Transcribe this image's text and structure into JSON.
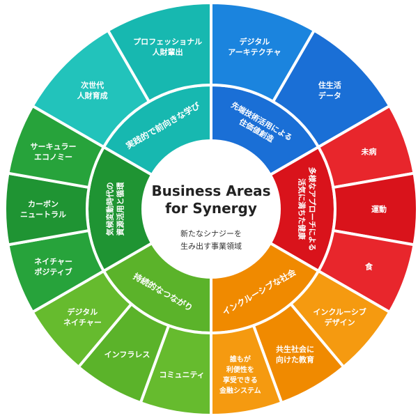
{
  "center": {
    "title_lines": [
      "Business Areas",
      "for Synergy"
    ],
    "subtitle_lines": [
      "新たなシナジーを",
      "生み出す事業領域"
    ]
  },
  "areas": [
    {
      "key": "digital",
      "color": "#1a6fd6",
      "outer_color": "#1b84de",
      "label_lines": [
        "先端技術活用による",
        "住価値創造"
      ],
      "items": [
        {
          "lines": [
            "デジタル",
            "アーキテクチャ"
          ]
        },
        {
          "lines": [
            "住生活",
            "データ"
          ]
        }
      ]
    },
    {
      "key": "health",
      "color": "#d9131b",
      "outer_color": "#e8262c",
      "label_lines": [
        "多様なアプローチによる",
        "活気に満ちた健康"
      ],
      "items": [
        {
          "lines": [
            "未病"
          ]
        },
        {
          "lines": [
            "運動"
          ]
        },
        {
          "lines": [
            "食"
          ]
        }
      ]
    },
    {
      "key": "inclusive",
      "color": "#f08a00",
      "outer_color": "#f59a10",
      "label_lines": [
        "インクルーシブな社会"
      ],
      "items": [
        {
          "lines": [
            "インクルーシブ",
            "デザイン"
          ]
        },
        {
          "lines": [
            "共生社会に",
            "向けた教育"
          ]
        },
        {
          "lines": [
            "誰もが",
            "利便性を",
            "享受できる",
            "金融システム"
          ]
        }
      ]
    },
    {
      "key": "sustainable",
      "color": "#5bb32a",
      "outer_color": "#66bb2e",
      "label_lines": [
        "持続的なつながり"
      ],
      "items": [
        {
          "lines": [
            "コミュニティ"
          ]
        },
        {
          "lines": [
            "インフラレス"
          ]
        },
        {
          "lines": [
            "デジタル",
            "ネイチャー"
          ]
        }
      ]
    },
    {
      "key": "climate",
      "color": "#1f9433",
      "outer_color": "#27a33b",
      "label_lines": [
        "気候変動時代の",
        "資源活用と循環"
      ],
      "items": [
        {
          "lines": [
            "ネイチャー",
            "ポジティブ"
          ]
        },
        {
          "lines": [
            "カーボン",
            "ニュートラル"
          ]
        },
        {
          "lines": [
            "サーキュラー",
            "エコノミー"
          ]
        }
      ]
    },
    {
      "key": "learning",
      "color": "#17b8b0",
      "outer_color": "#22c3bb",
      "label_lines": [
        "実践的で前向きな学び"
      ],
      "items": [
        {
          "lines": [
            "次世代",
            "人財育成"
          ]
        },
        {
          "lines": [
            "プロフェッショナル",
            "人財輩出"
          ]
        }
      ]
    }
  ]
}
